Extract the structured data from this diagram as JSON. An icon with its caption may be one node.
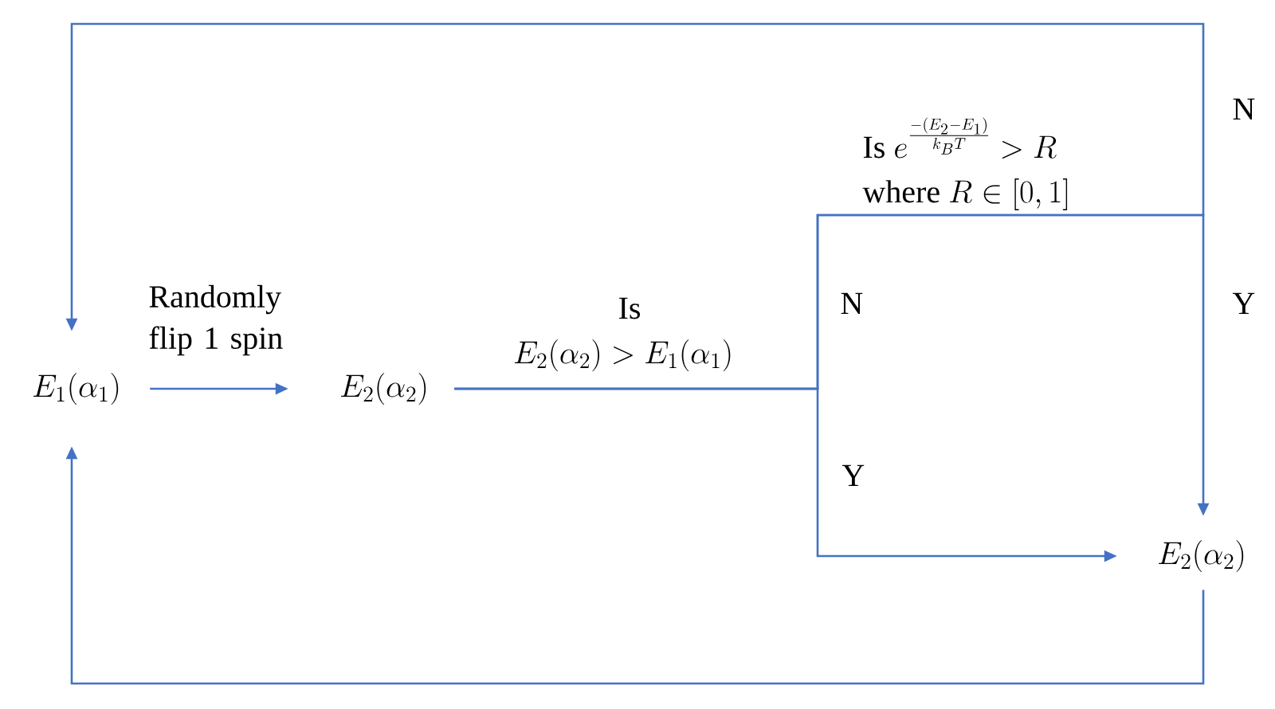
{
  "diagram": {
    "nodes": [
      {
        "text": [
          "E_1(\\alpha_1)"
        ]
      },
      {
        "text": [
          "E_2(\\alpha_2)"
        ]
      },
      {
        "text": [
          "E_2(\\alpha_2)"
        ]
      }
    ],
    "edges": [
      {
        "from": 0,
        "to": 1,
        "arrow": "to",
        "label": "Randomly flip 1 spin"
      },
      {
        "from": 1,
        "to": 2,
        "arrow": "to",
        "label": "Y"
      },
      {
        "from": 1,
        "to": 2,
        "arrow": "to",
        "label": "Y"
      },
      {
        "from": 1,
        "to": 0,
        "arrow": "to",
        "label": "N"
      },
      {
        "from": 2,
        "to": 0,
        "arrow": "to"
      }
    ],
    "labels": [
      "\\text{Is } e^{\\frac{-(E_2-E_1)}{k_B T}} > R",
      "\\text{where } R \\in [0,1]",
      "Is",
      "E_2(\\alpha_2) > E_1(\\alpha_1)",
      "N"
    ]
  }
}
